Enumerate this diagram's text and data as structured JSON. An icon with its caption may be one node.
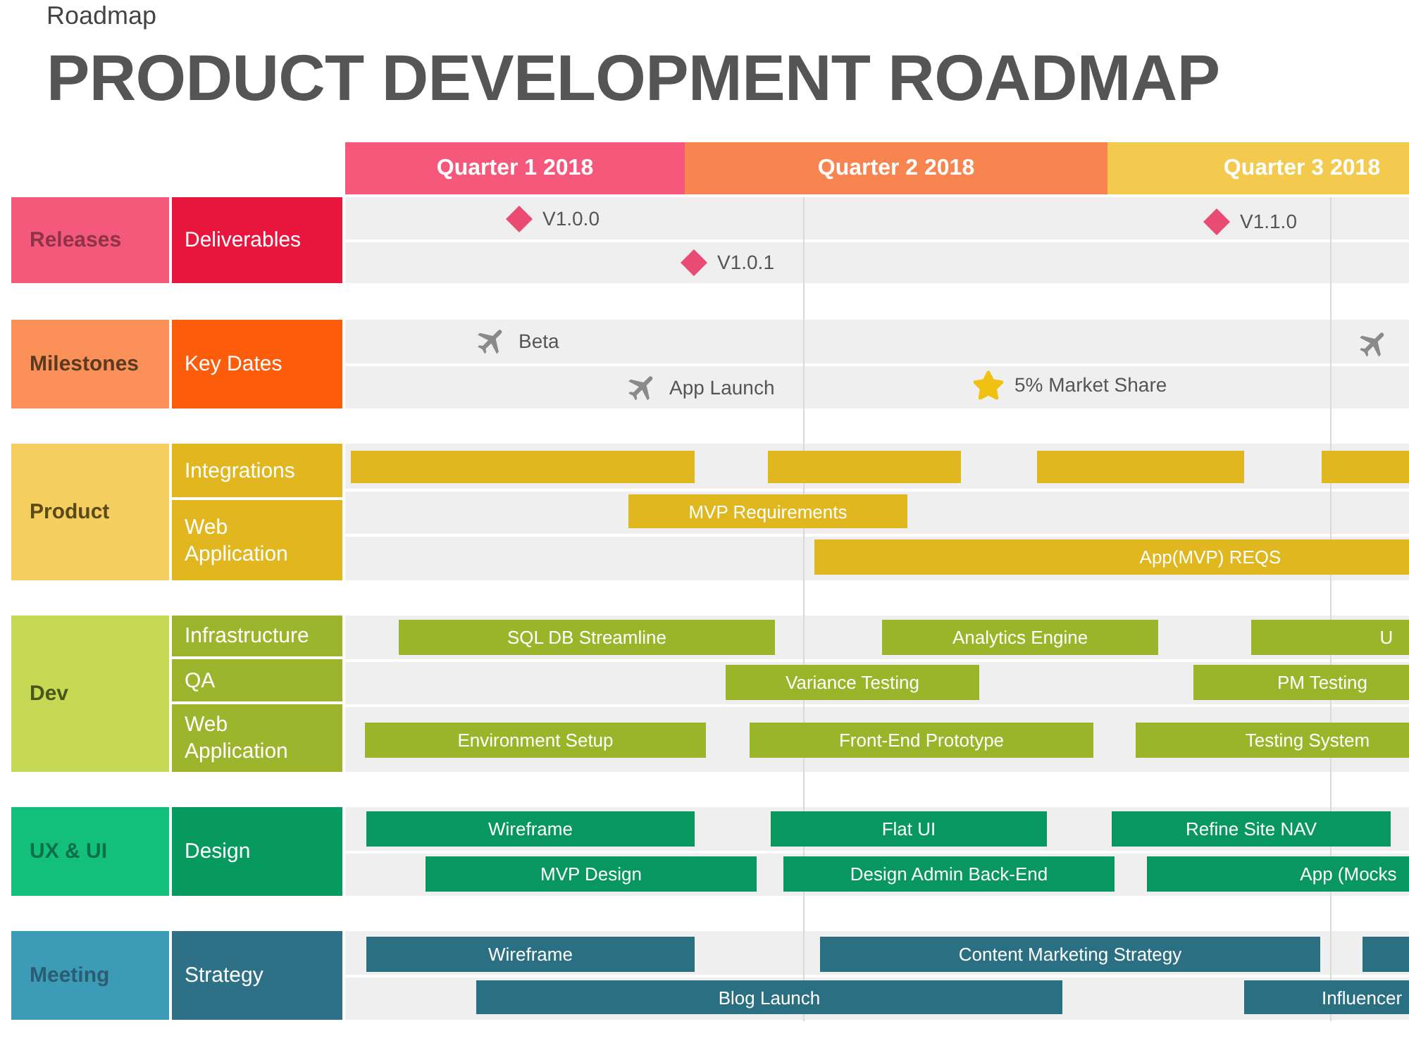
{
  "diagram": {
    "title": "PRODUCT DEVELOPMENT ROADMAP",
    "nodes": [
      {
        "text": [
          "Quarter 1 2018"
        ]
      },
      {
        "text": [
          "Quarter 2 2018"
        ]
      },
      {
        "text": [
          "Quarter 3 2018"
        ]
      },
      {
        "text": [
          "Releases"
        ]
      },
      {
        "text": [
          "Deliverables"
        ]
      },
      {
        "text": [
          "Milestones"
        ]
      },
      {
        "text": [
          "Key Dates"
        ]
      },
      {
        "text": [
          "Product"
        ]
      },
      {
        "text": [
          "Integrations"
        ]
      },
      {
        "text": [
          "Web Application"
        ]
      },
      {
        "text": [],
        "shape": "bar"
      },
      {
        "text": [],
        "shape": "bar"
      },
      {
        "text": [],
        "shape": "bar"
      },
      {
        "text": [],
        "shape": "bar"
      },
      {
        "text": [
          "MVP Requirements"
        ]
      },
      {
        "text": [
          "App(MVP) REQS"
        ]
      },
      {
        "text": [
          "Dev"
        ]
      },
      {
        "text": [
          "Infrastructure"
        ]
      },
      {
        "text": [
          "QA"
        ]
      },
      {
        "text": [
          "Web Application"
        ]
      },
      {
        "text": [
          "SQL DB Streamline"
        ]
      },
      {
        "text": [
          "Analytics Engine"
        ]
      },
      {
        "text": [
          "U"
        ]
      },
      {
        "text": [
          "Variance Testing"
        ]
      },
      {
        "text": [
          "PM Testing"
        ]
      },
      {
        "text": [
          "Environment Setup"
        ]
      },
      {
        "text": [
          "Front-End Prototype"
        ]
      },
      {
        "text": [
          "Testing System"
        ]
      },
      {
        "text": [
          "UX & UI"
        ]
      },
      {
        "text": [
          "Design"
        ]
      },
      {
        "text": [
          "Wireframe"
        ]
      },
      {
        "text": [
          "Flat UI"
        ]
      },
      {
        "text": [
          "Refine Site NAV"
        ]
      },
      {
        "text": [
          "MVP Design"
        ]
      },
      {
        "text": [
          "Design Admin Back-End"
        ]
      },
      {
        "text": [
          "App (Mocks"
        ]
      },
      {
        "text": [
          "Meeting"
        ]
      },
      {
        "text": [
          "Strategy"
        ]
      },
      {
        "text": [
          "Wireframe"
        ]
      },
      {
        "text": [
          "Content Marketing Strategy"
        ]
      },
      {
        "text": [],
        "shape": "bar"
      },
      {
        "text": [
          "Blog Launch"
        ]
      },
      {
        "text": [
          "Influencer"
        ]
      }
    ],
    "labels": [
      "Roadmap",
      "V1.0.0",
      "V1.1.0",
      "V1.0.1",
      "Beta",
      "App Launch",
      "5% Market Share"
    ]
  }
}
